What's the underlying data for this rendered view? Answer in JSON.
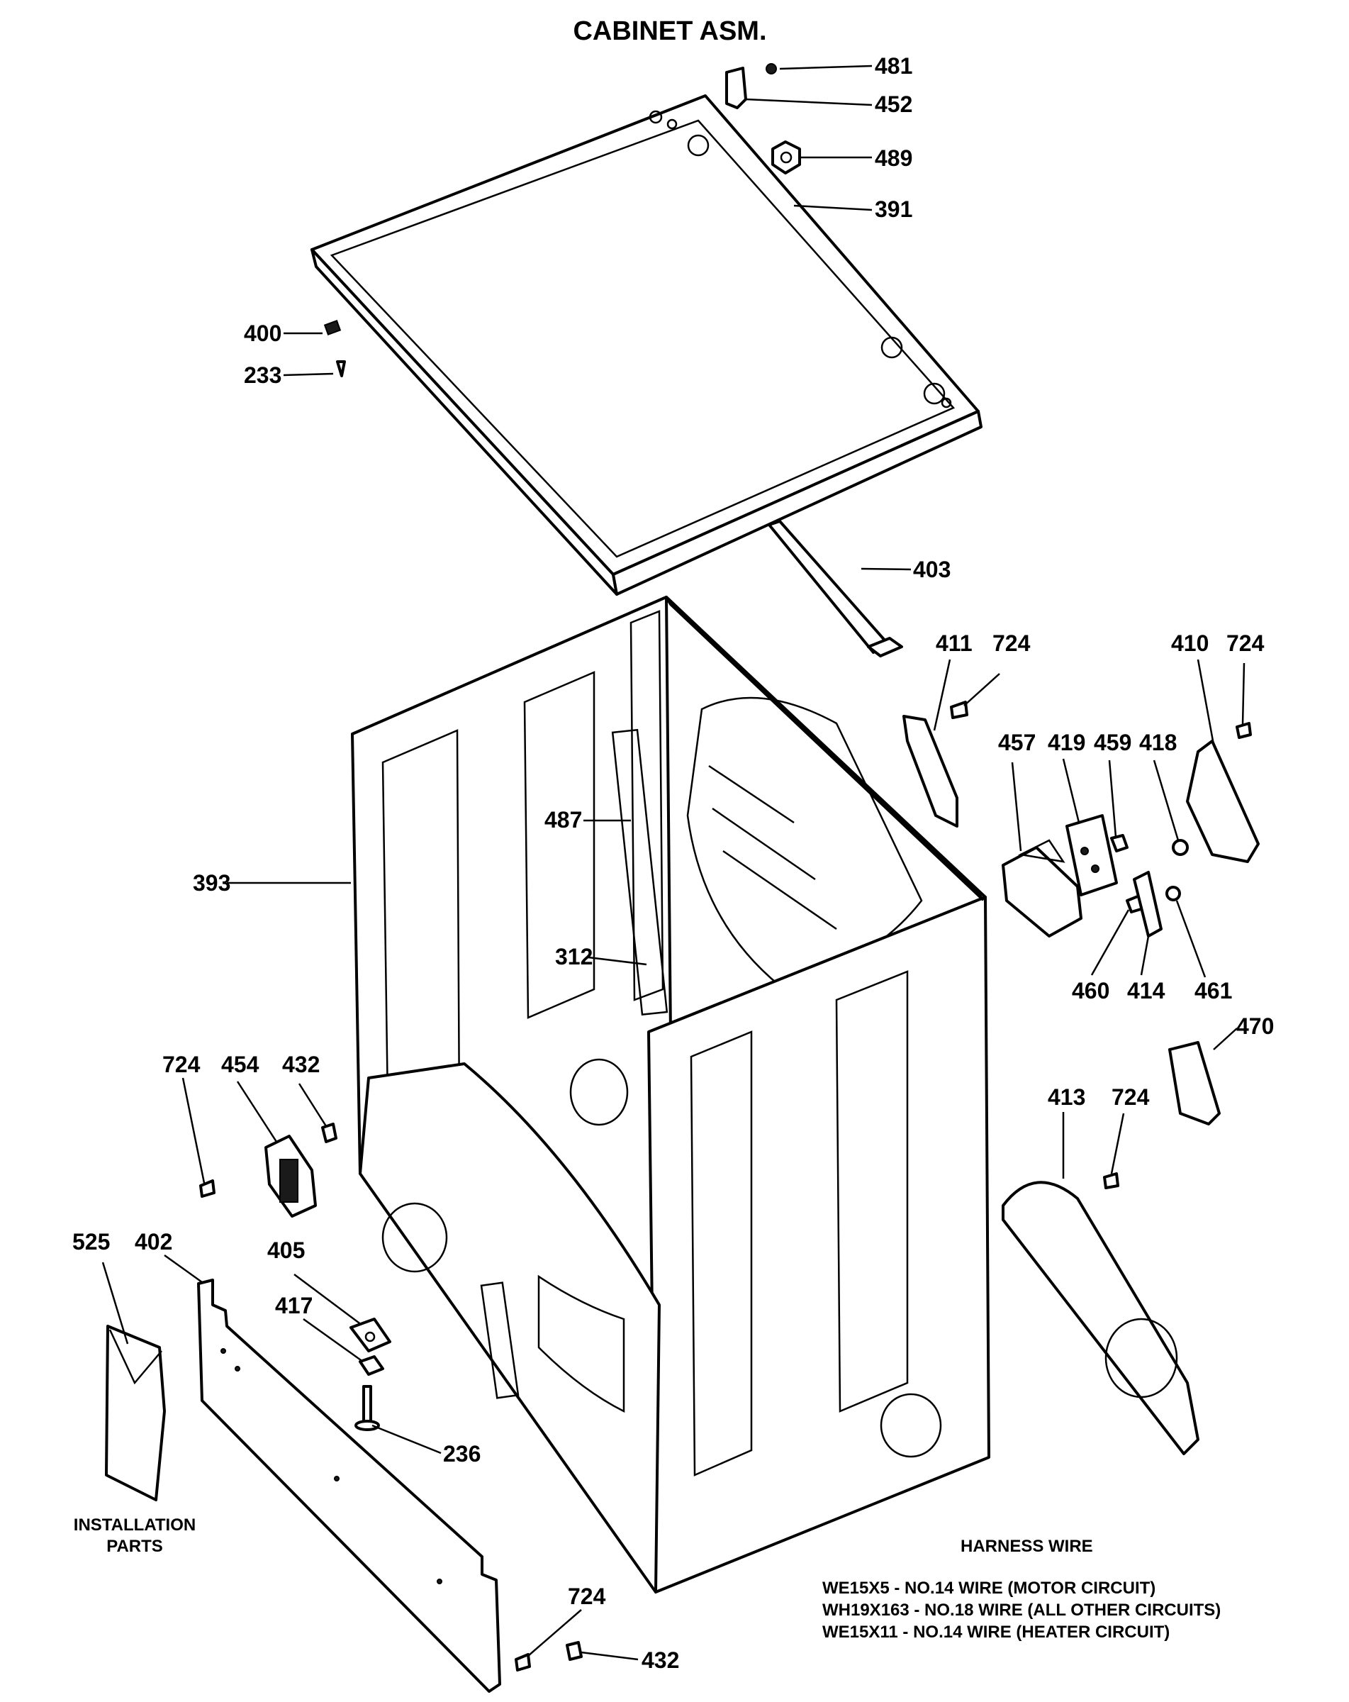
{
  "title": "CABINET ASM.",
  "callouts": {
    "c481": "481",
    "c452": "452",
    "c489": "489",
    "c391": "391",
    "c400": "400",
    "c233": "233",
    "c403": "403",
    "c411": "411",
    "c724a": "724",
    "c410": "410",
    "c724b": "724",
    "c457": "457",
    "c419": "419",
    "c459": "459",
    "c418": "418",
    "c487": "487",
    "c393": "393",
    "c312": "312",
    "c460": "460",
    "c414": "414",
    "c461": "461",
    "c470": "470",
    "c724c": "724",
    "c454": "454",
    "c432a": "432",
    "c413": "413",
    "c724d": "724",
    "c525": "525",
    "c402": "402",
    "c405": "405",
    "c417": "417",
    "c236": "236",
    "c724e": "724",
    "c432b": "432"
  },
  "installation_label": [
    "INSTALLATION",
    "PARTS"
  ],
  "harness": {
    "heading": "HARNESS WIRE",
    "lines": [
      "WE15X5 - NO.14 WIRE (MOTOR CIRCUIT)",
      "WH19X163 - NO.18 WIRE (ALL OTHER CIRCUITS)",
      "WE15X11 - NO.14 WIRE (HEATER CIRCUIT)"
    ]
  }
}
